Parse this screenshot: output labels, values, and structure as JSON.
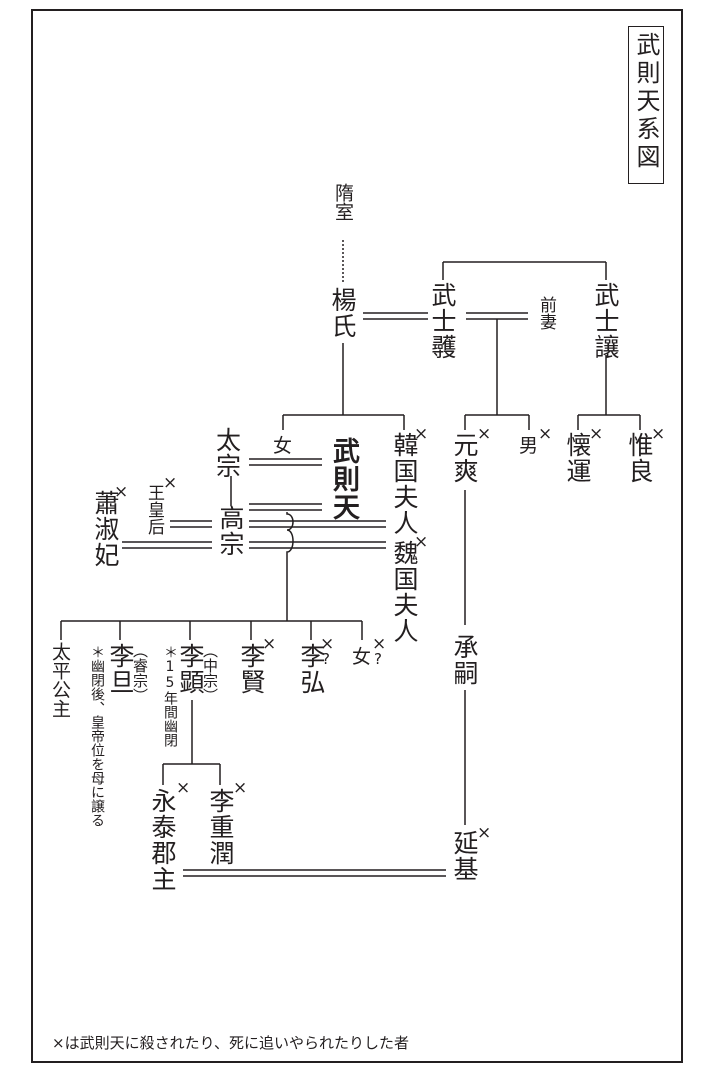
{
  "title": "武則天系図",
  "marker": "×",
  "question": "?",
  "people": {
    "sui": "隋室",
    "yang": "楊氏",
    "shiyue": "武士彠",
    "shirang": "武士讓",
    "qianqi": "前妻",
    "taizong": "太宗",
    "nyo": "女",
    "wuzetian": "武則天",
    "hanguo": "韓国夫人",
    "yuanshuang": "元爽",
    "otoko": "男",
    "huaiyun": "懐運",
    "weiliang": "惟良",
    "wanghuanghou": "王皇后",
    "xiaoshufei": "蕭淑妃",
    "gaozong": "高宗",
    "weiguo": "魏国夫人",
    "taiping": "太平公主",
    "lidan": "李旦",
    "ruizong": "（睿宗）",
    "lixian": "李顕",
    "zhongzong": "（中宗）",
    "lixian2": "李賢",
    "lihong": "李弘",
    "daughter": "女",
    "chengsi": "承嗣",
    "yongtai": "永泰郡主",
    "lichongrun": "李重潤",
    "yanji": "延基"
  },
  "notes": {
    "lidan": "＊幽閉後、皇帝位を母に譲る",
    "lixian": "＊15年間幽閉"
  },
  "footnote": "×は武則天に殺されたり、死に追いやられたりした者"
}
